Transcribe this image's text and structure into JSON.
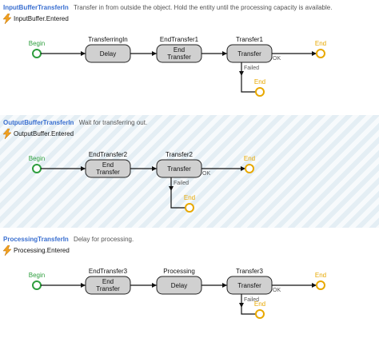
{
  "colors": {
    "process_name": "#3a6fd0",
    "begin": "#2e9e3e",
    "end": "#e8a800",
    "node_fill": "#d0d0d0",
    "edge": "#111111"
  },
  "processes": [
    {
      "name": "InputBufferTransferIn",
      "description": "Transfer in from outside the object. Hold the entity until the processing capacity is available.",
      "trigger": "InputBuffer.Entered",
      "begin_label": "Begin",
      "steps": [
        {
          "header": "TransferringIn",
          "lines": [
            "Delay"
          ]
        },
        {
          "header": "EndTransfer1",
          "lines": [
            "End",
            "Transfer"
          ]
        },
        {
          "header": "Transfer1",
          "lines": [
            "Transfer"
          ]
        }
      ],
      "ok_label": "OK",
      "failed_label": "Failed",
      "end_label": "End",
      "failed_end_label": "End"
    },
    {
      "name": "OutputBufferTransferIn",
      "description": "Wait for transferring out.",
      "trigger": "OutputBuffer.Entered",
      "begin_label": "Begin",
      "steps": [
        {
          "header": "EndTransfer2",
          "lines": [
            "End",
            "Transfer"
          ]
        },
        {
          "header": "Transfer2",
          "lines": [
            "Transfer"
          ]
        }
      ],
      "ok_label": "OK",
      "failed_label": "Failed",
      "end_label": "End",
      "failed_end_label": "End"
    },
    {
      "name": "ProcessingTransferIn",
      "description": "Delay for processing.",
      "trigger": "Processing.Entered",
      "begin_label": "Begin",
      "steps": [
        {
          "header": "EndTransfer3",
          "lines": [
            "End",
            "Transfer"
          ]
        },
        {
          "header": "Processing",
          "lines": [
            "Delay"
          ]
        },
        {
          "header": "Transfer3",
          "lines": [
            "Transfer"
          ]
        }
      ],
      "ok_label": "OK",
      "failed_label": "Failed",
      "end_label": "End",
      "failed_end_label": "End"
    }
  ]
}
